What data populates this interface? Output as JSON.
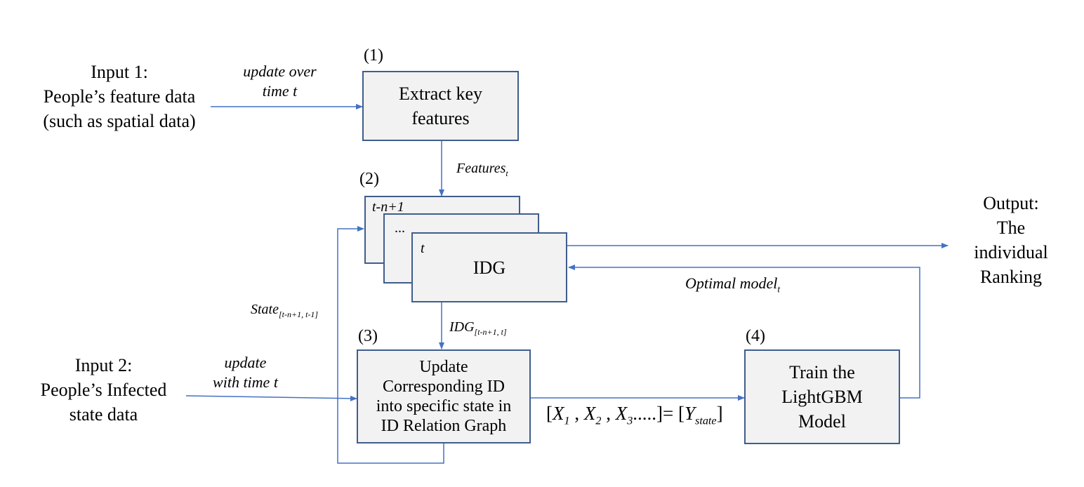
{
  "inputs": {
    "input1": {
      "line1": "Input 1:",
      "line2": "People’s feature data",
      "line3": "(such as spatial data)"
    },
    "input2": {
      "line1": "Input 2:",
      "line2": "People’s Infected",
      "line3": "state data"
    }
  },
  "output": {
    "line1": "Output:",
    "line2": "The",
    "line3": "individual",
    "line4": "Ranking"
  },
  "steps": {
    "s1": {
      "number": "(1)",
      "line1": "Extract key",
      "line2": "features"
    },
    "s2": {
      "number": "(2)",
      "back_label": "t-n+1",
      "mid_label": "...",
      "front_label": "t",
      "title": "IDG"
    },
    "s3": {
      "number": "(3)",
      "line1": "Update",
      "line2": "Corresponding ID",
      "line3": "into specific state in",
      "line4": "ID Relation Graph"
    },
    "s4": {
      "number": "(4)",
      "line1": "Train the",
      "line2": "LightGBM",
      "line3": "Model"
    }
  },
  "edges": {
    "update1": {
      "line1": "update over",
      "line2": "time t"
    },
    "update2": {
      "line1": "update",
      "line2": "with time t"
    },
    "features": {
      "base": "Features",
      "sub": "t"
    },
    "state": {
      "base": "State",
      "sub": "[t-n+1, t-1]"
    },
    "idg": {
      "base": "IDG",
      "sub": "[t-n+1, t]"
    },
    "optimal": {
      "base": "Optimal model",
      "sub": "t"
    },
    "equation": {
      "open": "[",
      "x1": "X",
      "x1_sub": "1",
      "sep1": " , ",
      "x2": "X",
      "x2_sub": "2",
      "sep2": " , ",
      "x3": "X",
      "x3_sub": "3",
      "tail": ".....]= [",
      "y": "Y",
      "y_sub": "state",
      "close": "]"
    }
  }
}
